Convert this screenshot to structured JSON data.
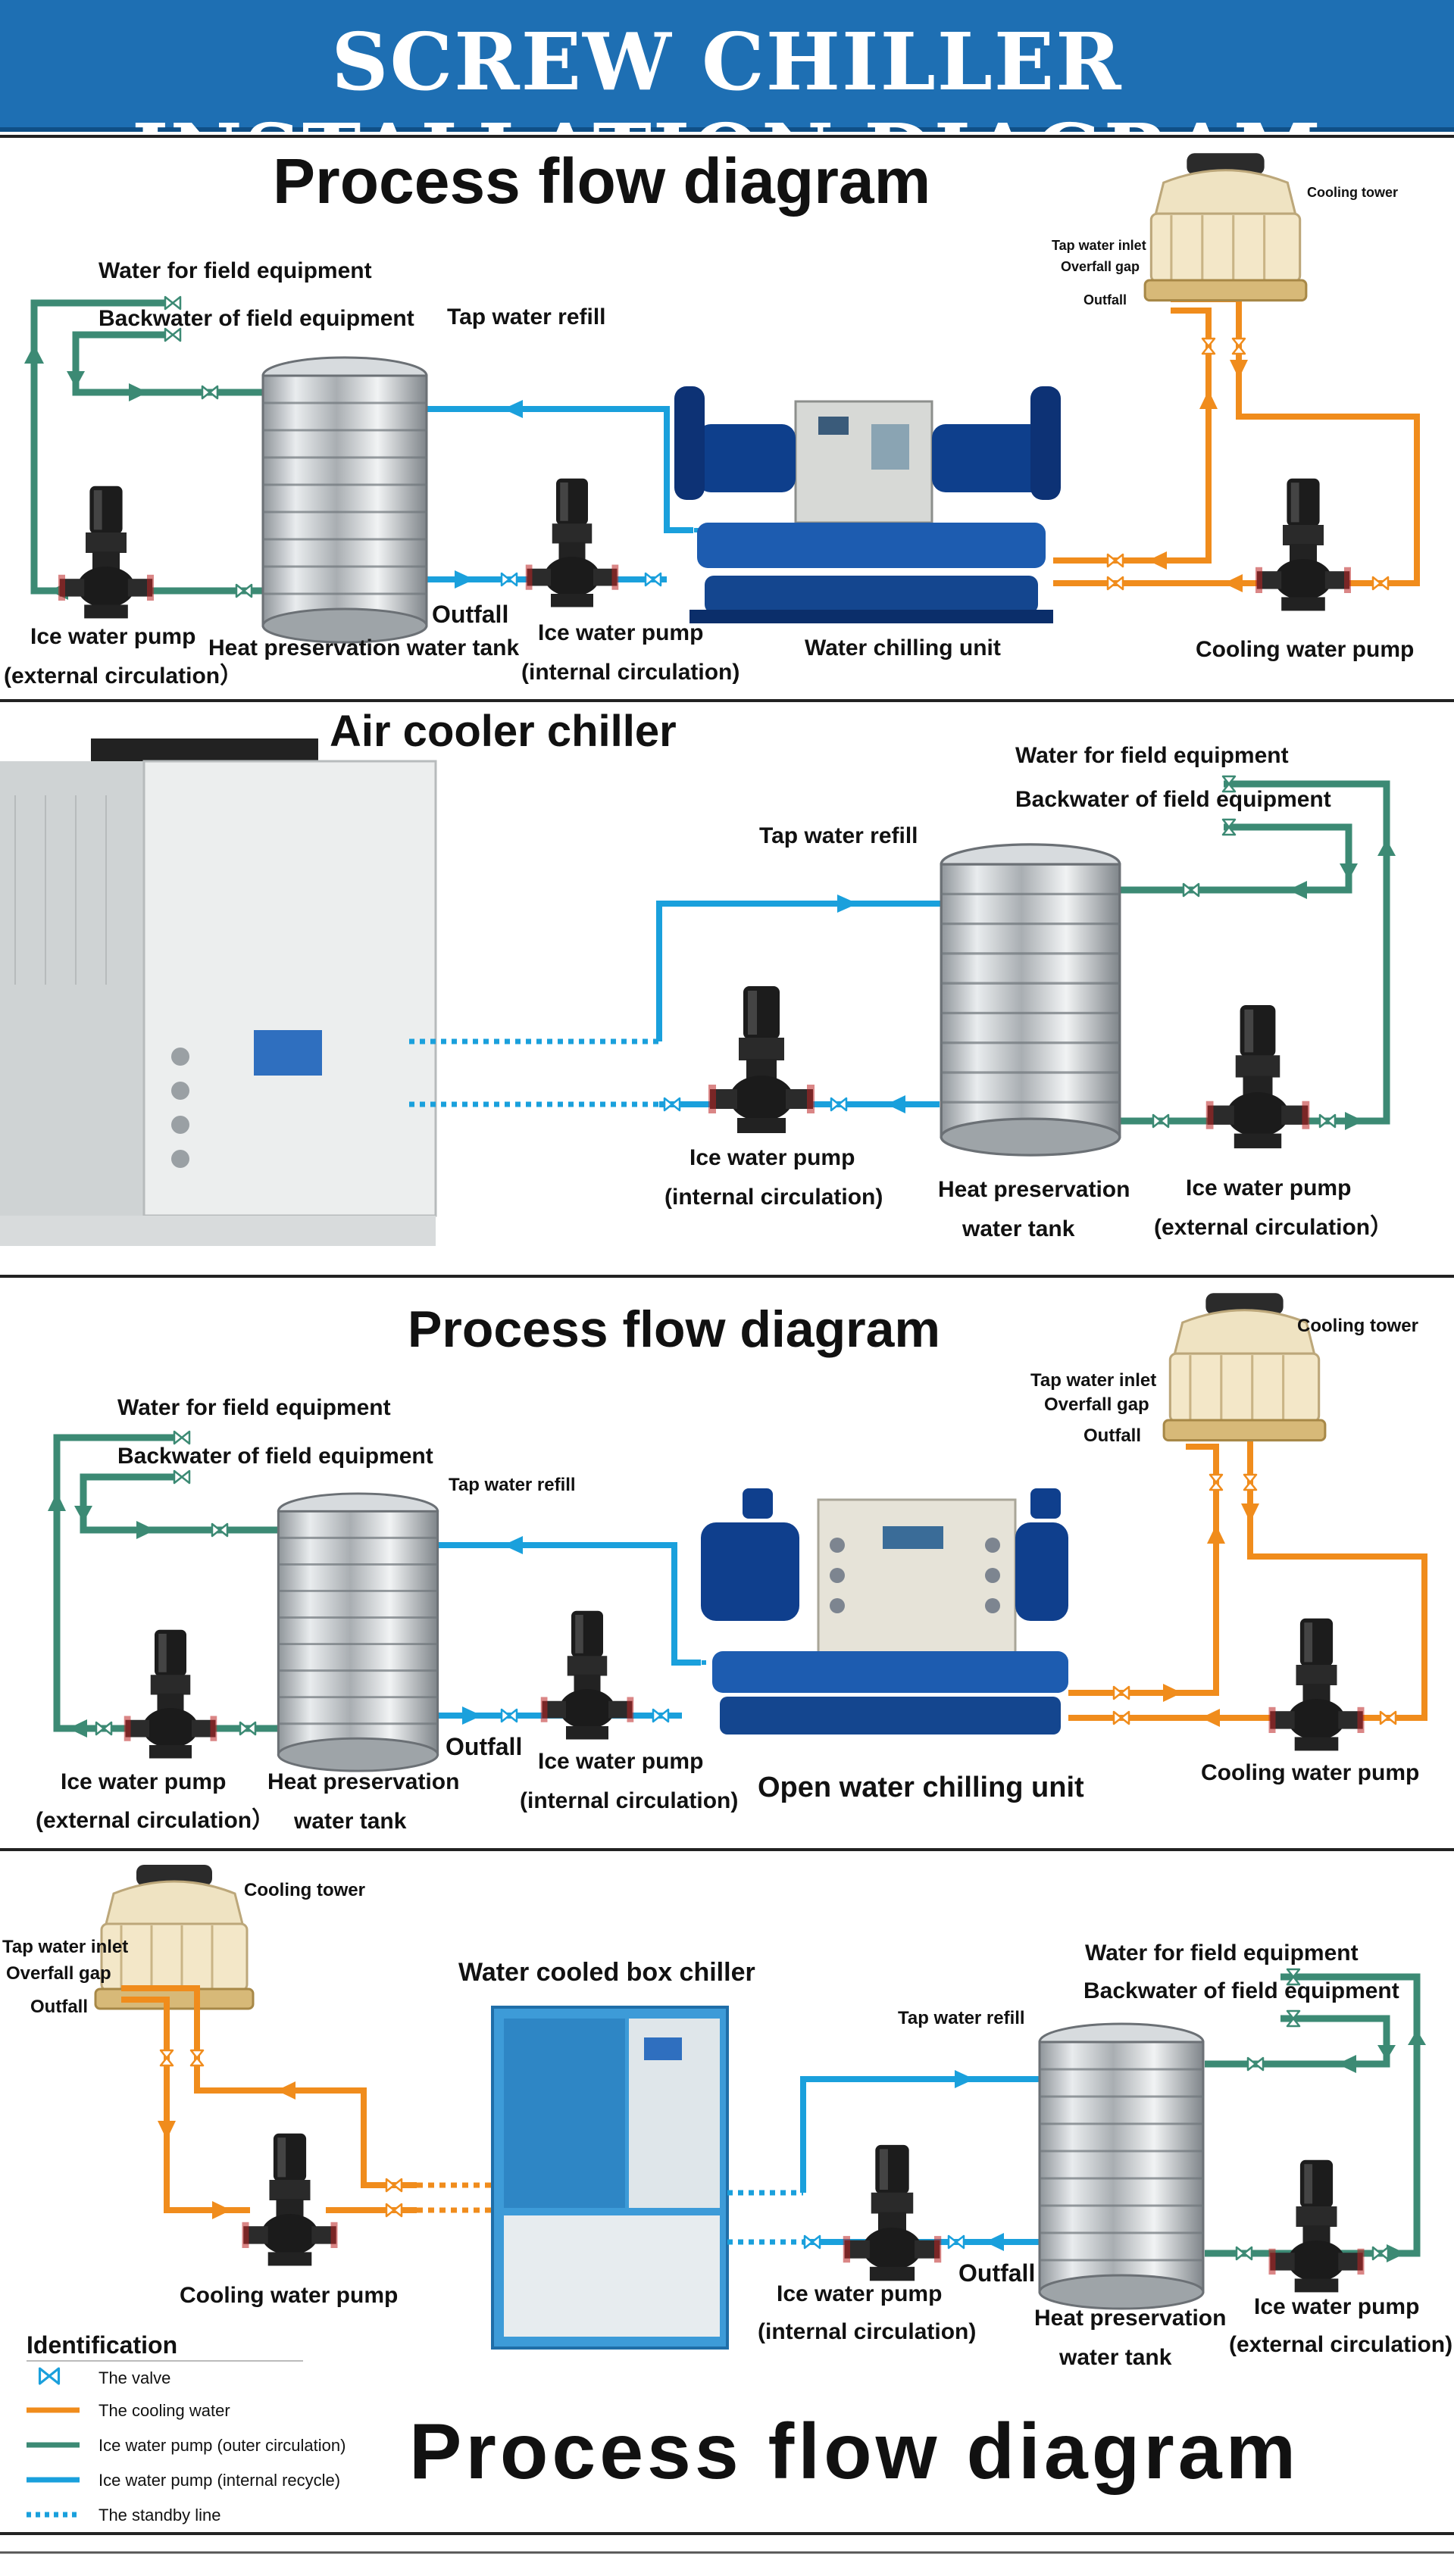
{
  "banner_title": "SCREW CHILLER INSTALLATION DIAGRAM",
  "colors": {
    "banner": "#1e6fb3",
    "cooling_water": "#f08c1c",
    "outer_circulation": "#3c8a74",
    "internal_recycle": "#1aa0dc",
    "standby": "#1aa0dc"
  },
  "panel1": {
    "title": "Process flow diagram",
    "field_supply": "Water for field equipment",
    "field_return": "Backwater of field equipment",
    "tap_refill": "Tap water refill",
    "cooling_tower": "Cooling tower",
    "tap_inlet": "Tap water inlet",
    "overfall": "Overfall gap",
    "outfall_tower": "Outfall",
    "ext_pump_1": "Ice water pump",
    "ext_pump_2": "(external circulation）",
    "tank": "Heat preservation water tank",
    "outfall": "Outfall",
    "int_pump_1": "Ice water pump",
    "int_pump_2": "(internal circulation)",
    "chiller": "Water chilling unit",
    "cooling_pump": "Cooling water pump"
  },
  "panel2": {
    "title": "Air cooler chiller",
    "field_supply": "Water for field equipment",
    "field_return": "Backwater of field equipment",
    "tap_refill": "Tap water refill",
    "int_pump_1": "Ice water pump",
    "int_pump_2": "(internal circulation)",
    "tank_1": "Heat preservation",
    "tank_2": "water tank",
    "ext_pump_1": "Ice water pump",
    "ext_pump_2": "(external circulation）"
  },
  "panel3": {
    "title": "Process flow diagram",
    "field_supply": "Water for field equipment",
    "field_return": "Backwater of field equipment",
    "tap_refill": "Tap water refill",
    "cooling_tower": "Cooling tower",
    "tap_inlet": "Tap water inlet",
    "overfall": "Overfall gap",
    "outfall_tower": "Outfall",
    "ext_pump_1": "Ice water pump",
    "ext_pump_2": "(external circulation）",
    "tank_1": "Heat preservation",
    "tank_2": "water tank",
    "outfall": "Outfall",
    "int_pump_1": "Ice water pump",
    "int_pump_2": "(internal circulation)",
    "chiller": "Open water chilling unit",
    "cooling_pump": "Cooling water pump"
  },
  "panel4": {
    "cooling_tower": "Cooling tower",
    "tap_inlet": "Tap water inlet",
    "overfall": "Overfall gap",
    "outfall_tower": "Outfall",
    "chiller": "Water cooled box chiller",
    "cooling_pump": "Cooling water pump",
    "field_supply": "Water for field equipment",
    "field_return": "Backwater of field equipment",
    "tap_refill": "Tap water refill",
    "outfall": "Outfall",
    "int_pump_1": "Ice water pump",
    "int_pump_2": "(internal circulation)",
    "tank_1": "Heat preservation",
    "tank_2": "water tank",
    "ext_pump_1": "Ice water pump",
    "ext_pump_2": "(external circulation)",
    "title": "Process flow diagram"
  },
  "legend": {
    "heading": "Identification",
    "items": [
      {
        "label": "The valve",
        "kind": "valve",
        "color": "#1aa0dc"
      },
      {
        "label": "The cooling water",
        "kind": "line",
        "color": "#f08c1c"
      },
      {
        "label": "Ice water pump (outer circulation)",
        "kind": "line",
        "color": "#3c8a74"
      },
      {
        "label": "Ice water pump (internal recycle)",
        "kind": "line",
        "color": "#1aa0dc"
      },
      {
        "label": "The standby line",
        "kind": "dotted",
        "color": "#1aa0dc"
      }
    ]
  }
}
